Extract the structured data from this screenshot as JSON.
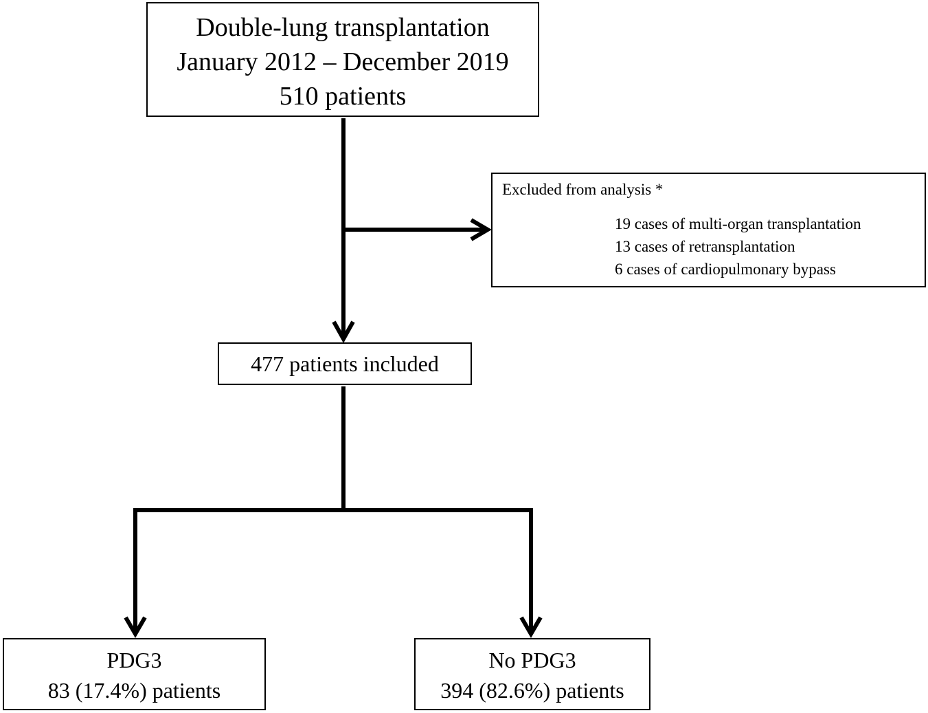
{
  "top_box": {
    "line1": "Double-lung transplantation",
    "line2": "January 2012 – December 2019",
    "line3": "510 patients"
  },
  "excluded_box": {
    "title": "Excluded from analysis *",
    "items": [
      "19 cases of multi-organ transplantation",
      "13 cases of retransplantation",
      "6 cases of cardiopulmonary bypass"
    ]
  },
  "included_box": {
    "label": "477 patients included"
  },
  "pdg3_box": {
    "line1": "PDG3",
    "line2": "83 (17.4%) patients"
  },
  "no_pdg3_box": {
    "line1": "No PDG3",
    "line2": "394 (82.6%) patients"
  }
}
